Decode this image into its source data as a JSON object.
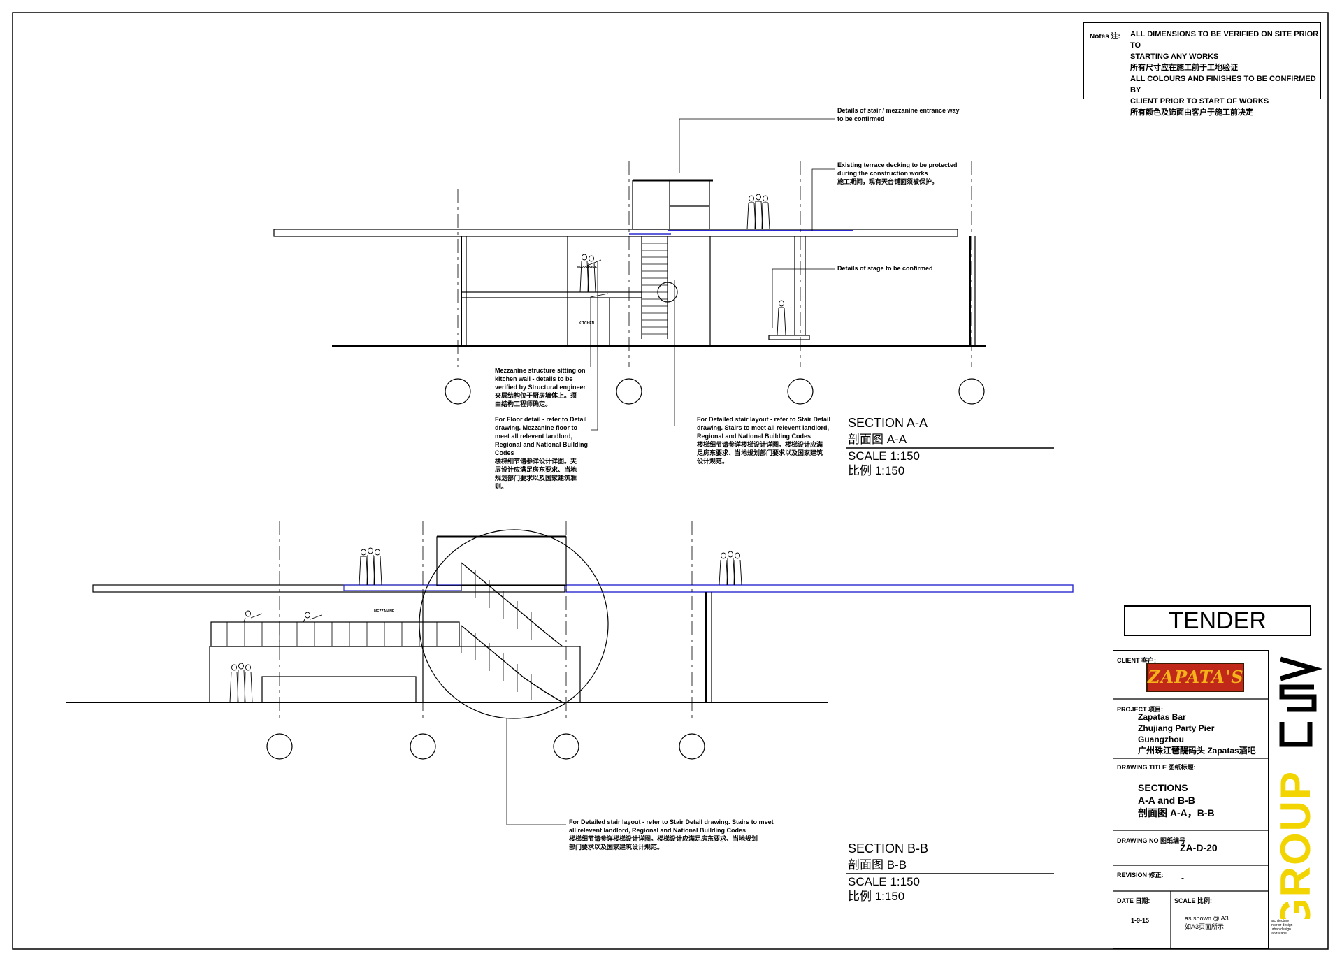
{
  "notes": {
    "label": "Notes 注:",
    "text": "ALL DIMENSIONS TO BE VERIFIED ON SITE PRIOR TO\nSTARTING ANY WORKS\n所有尺寸应在施工前于工地验证\nALL COLOURS AND FINISHES TO BE CONFIRMED BY\nCLIENT PRIOR TO START OF WORKS\n所有颜色及饰面由客户于施工前决定"
  },
  "section_a": {
    "annotations": {
      "stair_entrance": "Details of stair / mezzanine entrance way\nto be confirmed",
      "terrace": "Existing terrace decking to be protected\nduring the construction works\n施工期间，现有天台铺面须被保护。",
      "stage": "Details of stage to be confirmed",
      "mezzanine_structure": "Mezzanine structure sitting on\nkitchen wall - details to be\nverified by Structural engineer\n夹层结构位于厨房墙体上。须\n由结构工程师确定。",
      "floor_detail": "For Floor detail - refer to Detail\ndrawing. Mezzanine floor to\nmeet all relevent landlord,\nRegional and National Building\nCodes\n楼梯细节请参详设计详图。夹\n层设计应满足房东要求、当地\n规划部门要求以及国家建筑准\n则。",
      "stair_layout": "For Detailed stair layout - refer to Stair Detail\ndrawing. Stairs to meet all relevent landlord,\nRegional and National Building Codes\n楼梯细节请参详楼梯设计详图。楼梯设计应满\n足房东要求、当地规划部门要求以及国家建筑\n设计规范。"
    },
    "room_labels": {
      "mezzanine": "MEZZANINE",
      "kitchen": "KITCHEN"
    },
    "title": "SECTION A-A",
    "title_cn": "剖面图 A-A",
    "scale": "SCALE 1:150",
    "scale_cn": "比例 1:150"
  },
  "section_b": {
    "annotations": {
      "stair_layout": "For Detailed stair layout - refer to Stair Detail drawing. Stairs to meet\nall relevent landlord, Regional and National Building Codes\n楼梯细节请参详楼梯设计详图。楼梯设计应满足房东要求、当地规划\n部门要求以及国家建筑设计规范。"
    },
    "room_labels": {
      "mezzanine": "MEZZANINE"
    },
    "title": "SECTION B-B",
    "title_cn": "剖面图 B-B",
    "scale": "SCALE 1:150",
    "scale_cn": "比例 1:150"
  },
  "tender": "TENDER",
  "title_block": {
    "client_label": "CLIENT 客户:",
    "client_logo": "ZAPATA'S",
    "project_label": "PROJECT 项目:",
    "project": "Zapatas Bar\nZhujiang Party Pier\nGuangzhou\n广州珠江琶醍码头 Zapatas酒吧",
    "drawing_title_label": "DRAWING TITLE 图纸标题:",
    "drawing_title": "SECTIONS\nA-A and B-B\n剖面图 A-A，B-B",
    "drawing_no_label": "DRAWING NO 图纸编号",
    "drawing_no": "ZA-D-20",
    "revision_label": "REVISION 修正:",
    "revision": "-",
    "date_label": "DATE 日期:",
    "date": "1-9-15",
    "scale_label": "SCALE 比例:",
    "scale": "as shown @ A3\n如A3页面所示"
  },
  "brand": {
    "name": "GROUP",
    "tagline": "architecture\ninterior design\nurban design\nlandscape",
    "accent": "#f2d500"
  },
  "colors": {
    "line": "#000000",
    "deck": "#2a2ad0",
    "logo_bg": "#c0281a",
    "logo_text": "#f5b21a"
  }
}
